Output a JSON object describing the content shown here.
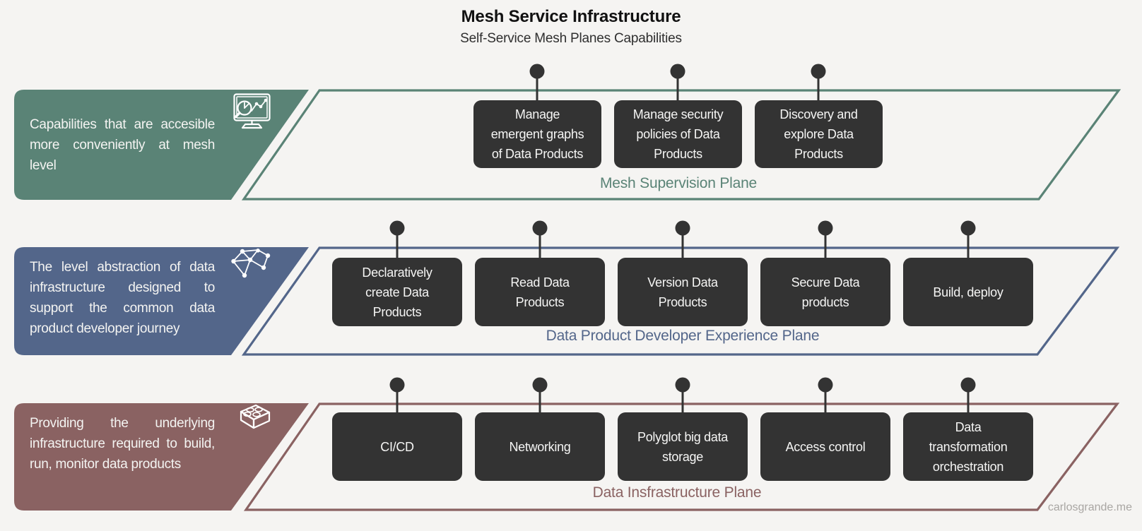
{
  "header": {
    "title": "Mesh Service Infrastructure",
    "subtitle": "Self-Service Mesh Planes Capabilities"
  },
  "watermark": "carlosgrande.me",
  "colors": {
    "background": "#f5f4f2",
    "teal": "#5a8376",
    "blue": "#53668a",
    "maroon": "#8a6262",
    "box": "#333333",
    "box_text": "#f5f5f4",
    "pin": "#333333",
    "title": "#111111",
    "subtitle": "#2f2f2f",
    "watermark": "#a9a6a3"
  },
  "planes": [
    {
      "label": "Mesh Supervision Plane",
      "description": "Capabilities that are accesible more conveniently at mesh level",
      "icon": "monitor-analytics-icon",
      "boxes": [
        "Manage\nemergent graphs\nof Data Products",
        "Manage security\npolicies of Data\nProducts",
        "Discovery and\nexplore Data\nProducts"
      ]
    },
    {
      "label": "Data Product Developer Experience Plane",
      "description": "The level abstraction of data infrastructure designed to support the common data product developer journey",
      "icon": "network-graph-icon",
      "boxes": [
        "Declaratively\ncreate Data\nProducts",
        "Read Data\nProducts",
        "Version Data\nProducts",
        "Secure Data\nproducts",
        "Build, deploy"
      ]
    },
    {
      "label": "Data Insfrastructure Plane",
      "description": "Providing the underlying infrastructure required to build, run, monitor data products",
      "icon": "lego-brick-icon",
      "boxes": [
        "CI/CD",
        "Networking",
        "Polyglot big data\nstorage",
        "Access control",
        "Data\ntransformation\norchestration"
      ]
    }
  ]
}
